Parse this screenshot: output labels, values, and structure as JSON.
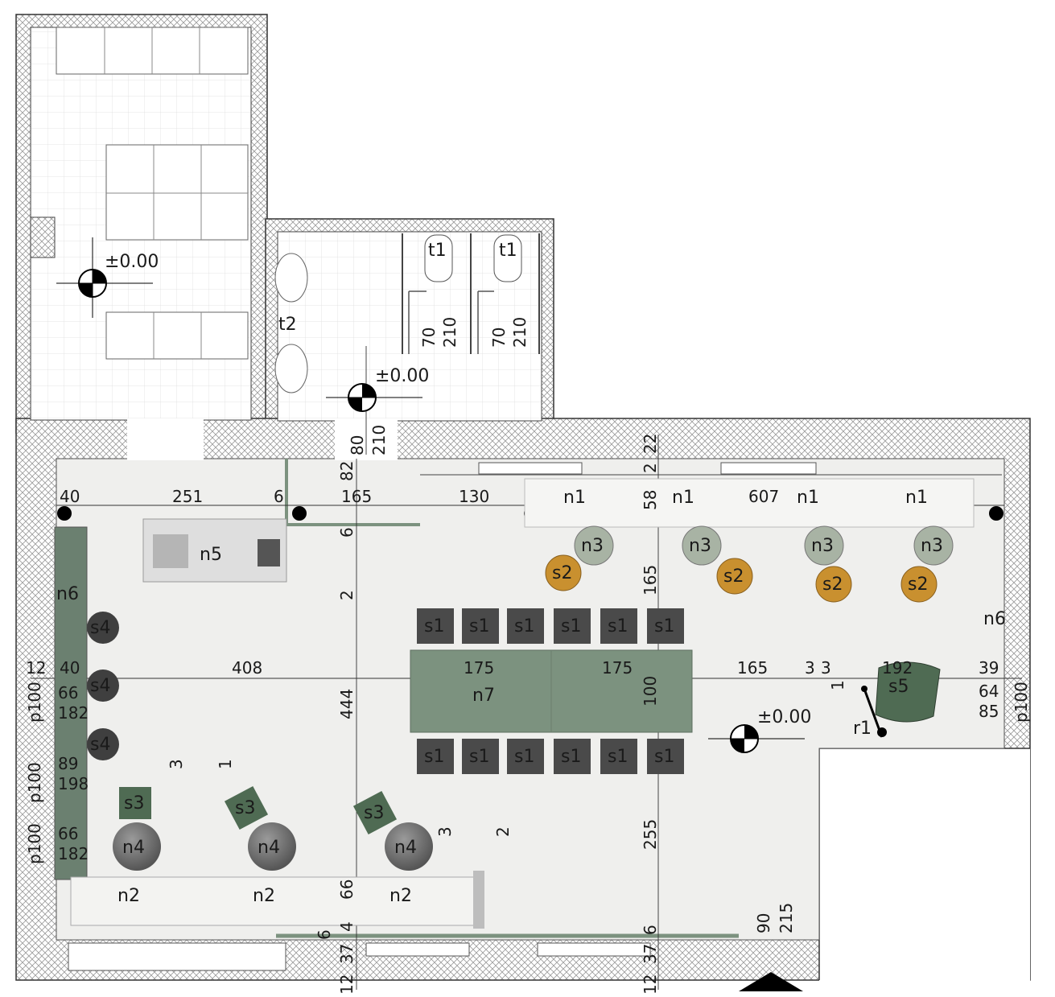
{
  "colors": {
    "floor": "#eeeeec",
    "wall": "#d9d9d9",
    "tile_line": "#cfcfcf",
    "counter_green": "#6b8070",
    "table_green": "#7c927f",
    "stool_dark": "#3f3f3f",
    "chair_dark": "#4a4a4a",
    "seat_orange": "#c9902f",
    "seat_sage": "#a8b3a4",
    "chair_green": "#4f6b53",
    "table_grey": "#7a7a7a"
  },
  "levels": {
    "main": "±0.00",
    "restroom": "±0.00",
    "hall": "±0.00"
  },
  "rooms": {
    "toilet_1": "t1",
    "toilet_2": "t1",
    "washroom": "t2"
  },
  "furniture": {
    "counter_front": [
      "n1",
      "n1",
      "n1",
      "n1"
    ],
    "stools_sage": [
      "n3",
      "n3",
      "n3",
      "n3"
    ],
    "seats_orange": [
      "s2",
      "s2",
      "s2",
      "s2"
    ],
    "unit_top": "n5",
    "wall_bench_left": "n6",
    "wall_bench_right": "n6",
    "stools_left": [
      "s4",
      "s4",
      "s4"
    ],
    "big_table": "n7",
    "chairs_top": [
      "s1",
      "s1",
      "s1",
      "s1",
      "s1",
      "s1"
    ],
    "chairs_bottom": [
      "s1",
      "s1",
      "s1",
      "s1",
      "s1",
      "s1"
    ],
    "armchair": "s5",
    "lamp": "r1",
    "small_seats": [
      "s3",
      "s3",
      "s3"
    ],
    "round_tables": [
      "n4",
      "n4",
      "n4"
    ],
    "bench_bottom": [
      "n2",
      "n2",
      "n2"
    ]
  },
  "dimensions": {
    "top_row": [
      "40",
      "251",
      "6",
      "165",
      "130",
      "58",
      "607"
    ],
    "mid_row": [
      "12",
      "40",
      "408",
      "175",
      "175",
      "165",
      "3",
      "3",
      "192",
      "39"
    ],
    "left_col": [
      "66",
      "182",
      "89",
      "198",
      "66",
      "182"
    ],
    "left_openings": [
      "p100",
      "p100",
      "p100"
    ],
    "right_opening": "p100",
    "right_col": [
      "64",
      "85"
    ],
    "door_entry": [
      "82",
      "80",
      "210"
    ],
    "toilet_doors": [
      "70",
      "210",
      "70",
      "210"
    ],
    "vertical_mid": [
      "22",
      "2",
      "165",
      "100",
      "255",
      "6",
      "37",
      "12"
    ],
    "vertical_left": [
      "6",
      "2",
      "444",
      "66",
      "4",
      "6",
      "37",
      "12"
    ],
    "misc": [
      "3",
      "1",
      "3",
      "2",
      "1",
      "90",
      "215"
    ]
  }
}
